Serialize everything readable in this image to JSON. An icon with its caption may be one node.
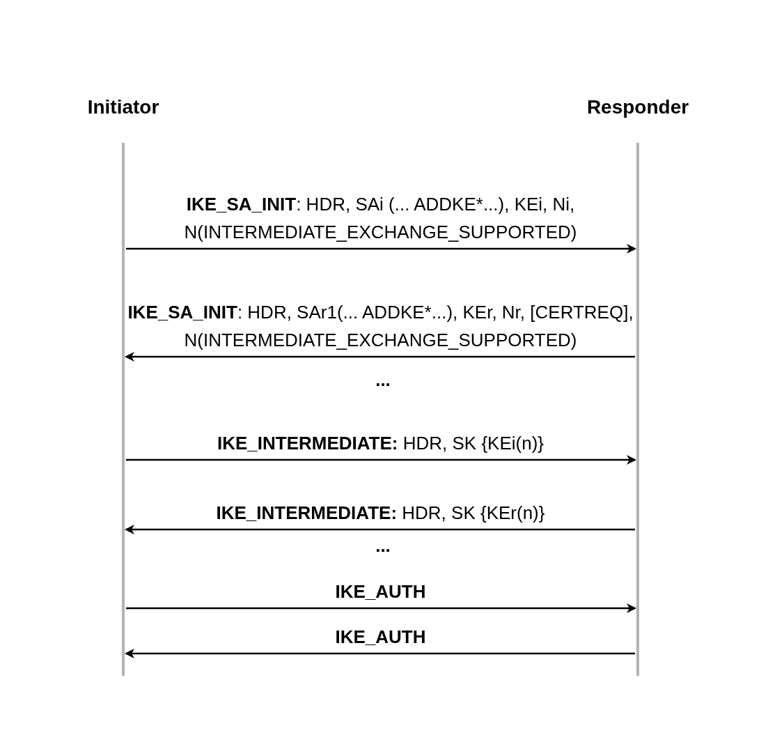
{
  "diagram": {
    "nodes": [
      {
        "text": [
          "Initiator"
        ]
      },
      {
        "text": [
          "Responder"
        ]
      }
    ],
    "edges": [
      {
        "from": 0,
        "to": 1,
        "arrow": "to",
        "label": "**IKE_SA_INIT**: HDR, SAi (... ADDKE*...), KEi, Ni, N(INTERMEDIATE_EXCHANGE_SUPPORTED)"
      },
      {
        "from": 1,
        "to": 0,
        "arrow": "to",
        "label": "**IKE_SA_INIT**: HDR, SAr1(... ADDKE*...), KEr, Nr, [CERTREQ], N(INTERMEDIATE_EXCHANGE_SUPPORTED)"
      },
      {
        "from": 0,
        "to": 1,
        "arrow": "to",
        "label": "**IKE_INTERMEDIATE:** HDR, SK {KEi(n)}"
      },
      {
        "from": 1,
        "to": 0,
        "arrow": "to",
        "label": "**IKE_INTERMEDIATE:** HDR, SK {KEr(n)}"
      },
      {
        "from": 0,
        "to": 1,
        "arrow": "to",
        "label": "IKE_AUTH"
      },
      {
        "from": 1,
        "to": 0,
        "arrow": "to",
        "label": "IKE_AUTH"
      }
    ],
    "labels": [
      "...",
      "..."
    ]
  }
}
